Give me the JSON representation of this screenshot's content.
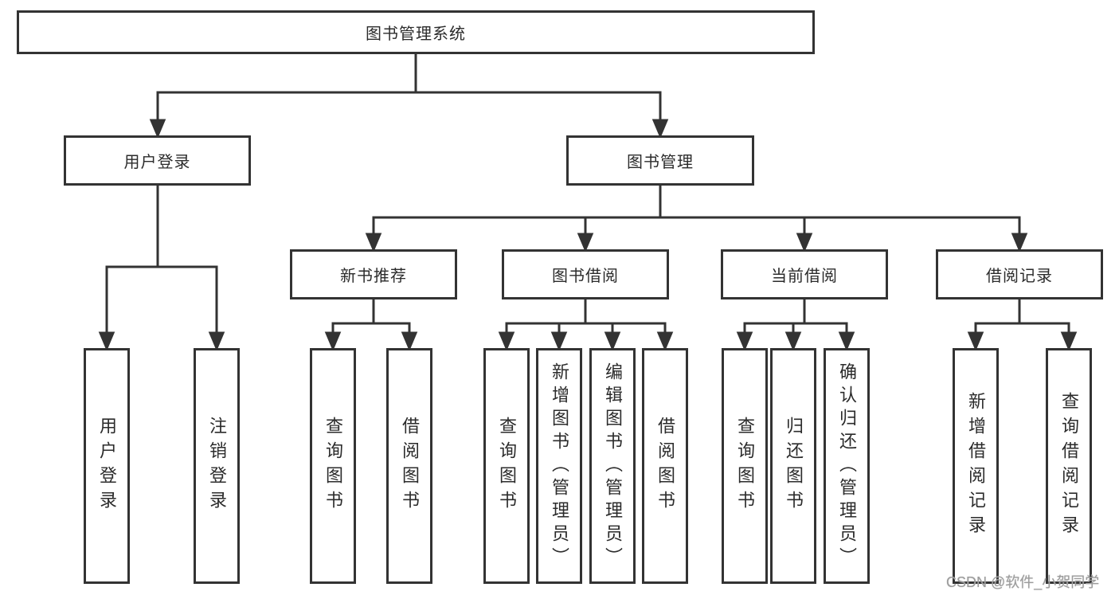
{
  "diagram": {
    "type": "tree",
    "title": "图书管理系统",
    "nodes": {
      "root": "图书管理系统",
      "user_login": "用户登录",
      "book_manage": "图书管理",
      "new_book_recommend": "新书推荐",
      "book_borrow": "图书借阅",
      "current_borrow": "当前借阅",
      "borrow_record": "借阅记录",
      "leaf_user_login": "用户登录",
      "leaf_logout": "注销登录",
      "leaf_query_book_a": "查询图书",
      "leaf_borrow_book_a": "借阅图书",
      "leaf_query_book_b": "查询图书",
      "leaf_add_book": "新增图书（管理员）",
      "leaf_edit_book": "编辑图书（管理员）",
      "leaf_borrow_book_b": "借阅图书",
      "leaf_query_book_c": "查询图书",
      "leaf_return_book": "归还图书",
      "leaf_confirm_return": "确认归还（管理员）",
      "leaf_add_borrow_record": "新增借阅记录",
      "leaf_query_borrow_record": "查询借阅记录"
    },
    "hierarchy": {
      "图书管理系统": {
        "用户登录": [
          "用户登录",
          "注销登录"
        ],
        "图书管理": {
          "新书推荐": [
            "查询图书",
            "借阅图书"
          ],
          "图书借阅": [
            "查询图书",
            "新增图书（管理员）",
            "编辑图书（管理员）",
            "借阅图书"
          ],
          "当前借阅": [
            "查询图书",
            "归还图书",
            "确认归还（管理员）"
          ],
          "借阅记录": [
            "新增借阅记录",
            "查询借阅记录"
          ]
        }
      }
    },
    "colors": {
      "line": "#333333",
      "box_border": "#333333",
      "box_background": "#ffffff",
      "text": "#2b2b2b"
    }
  },
  "watermark": {
    "text": "CSDN @软件_小贺同学",
    "color": "#9c9c9c"
  }
}
